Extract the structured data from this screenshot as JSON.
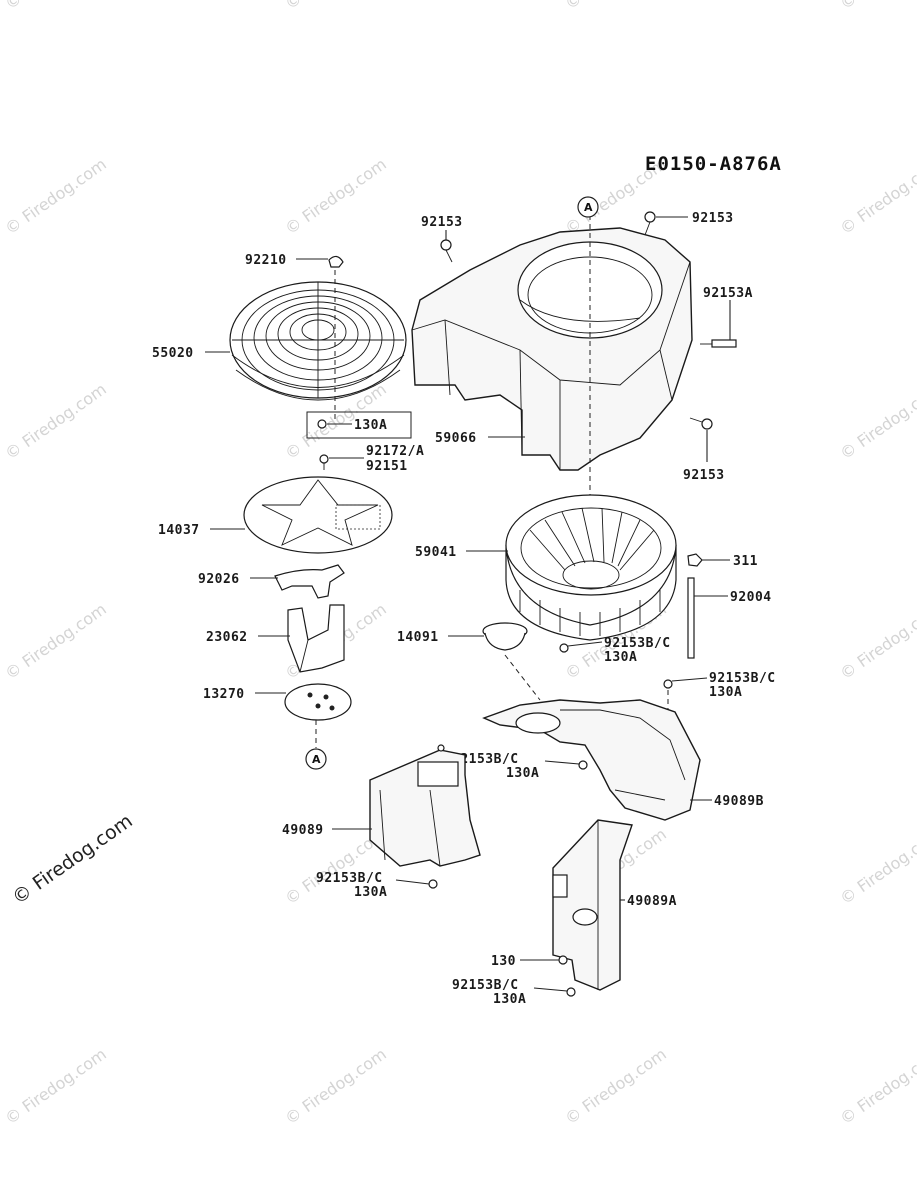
{
  "diagram_code": "E0150-A876A",
  "ref_marker": "A",
  "watermark_text": "© Firedog.com",
  "labels": {
    "p92153_top": "92153",
    "p92153_right": "92153",
    "p92153A": "92153A",
    "p92153_lower": "92153",
    "p92210": "92210",
    "p55020": "55020",
    "p130A_box": "130A",
    "p92172A": "92172/A",
    "p92151": "92151",
    "p59066": "59066",
    "p14037": "14037",
    "p59041": "59041",
    "p311": "311",
    "p92004": "92004",
    "p92026": "92026",
    "p23062": "23062",
    "p14091": "14091",
    "p92153BC_a": "92153B/C",
    "p130A_a": "130A",
    "p92153BC_b": "92153B/C",
    "p130A_b": "130A",
    "p13270": "13270",
    "p92153BC_c": "92153B/C",
    "p130A_c": "130A",
    "p49089B": "49089B",
    "p49089": "49089",
    "p92153BC_d": "92153B/C",
    "p130A_d": "130A",
    "p49089A": "49089A",
    "p130": "130",
    "p92153BC_e": "92153B/C",
    "p130A_e": "130A"
  },
  "colors": {
    "ink": "#1a1a1a",
    "watermark": "#d4d4d4",
    "background": "#ffffff"
  }
}
